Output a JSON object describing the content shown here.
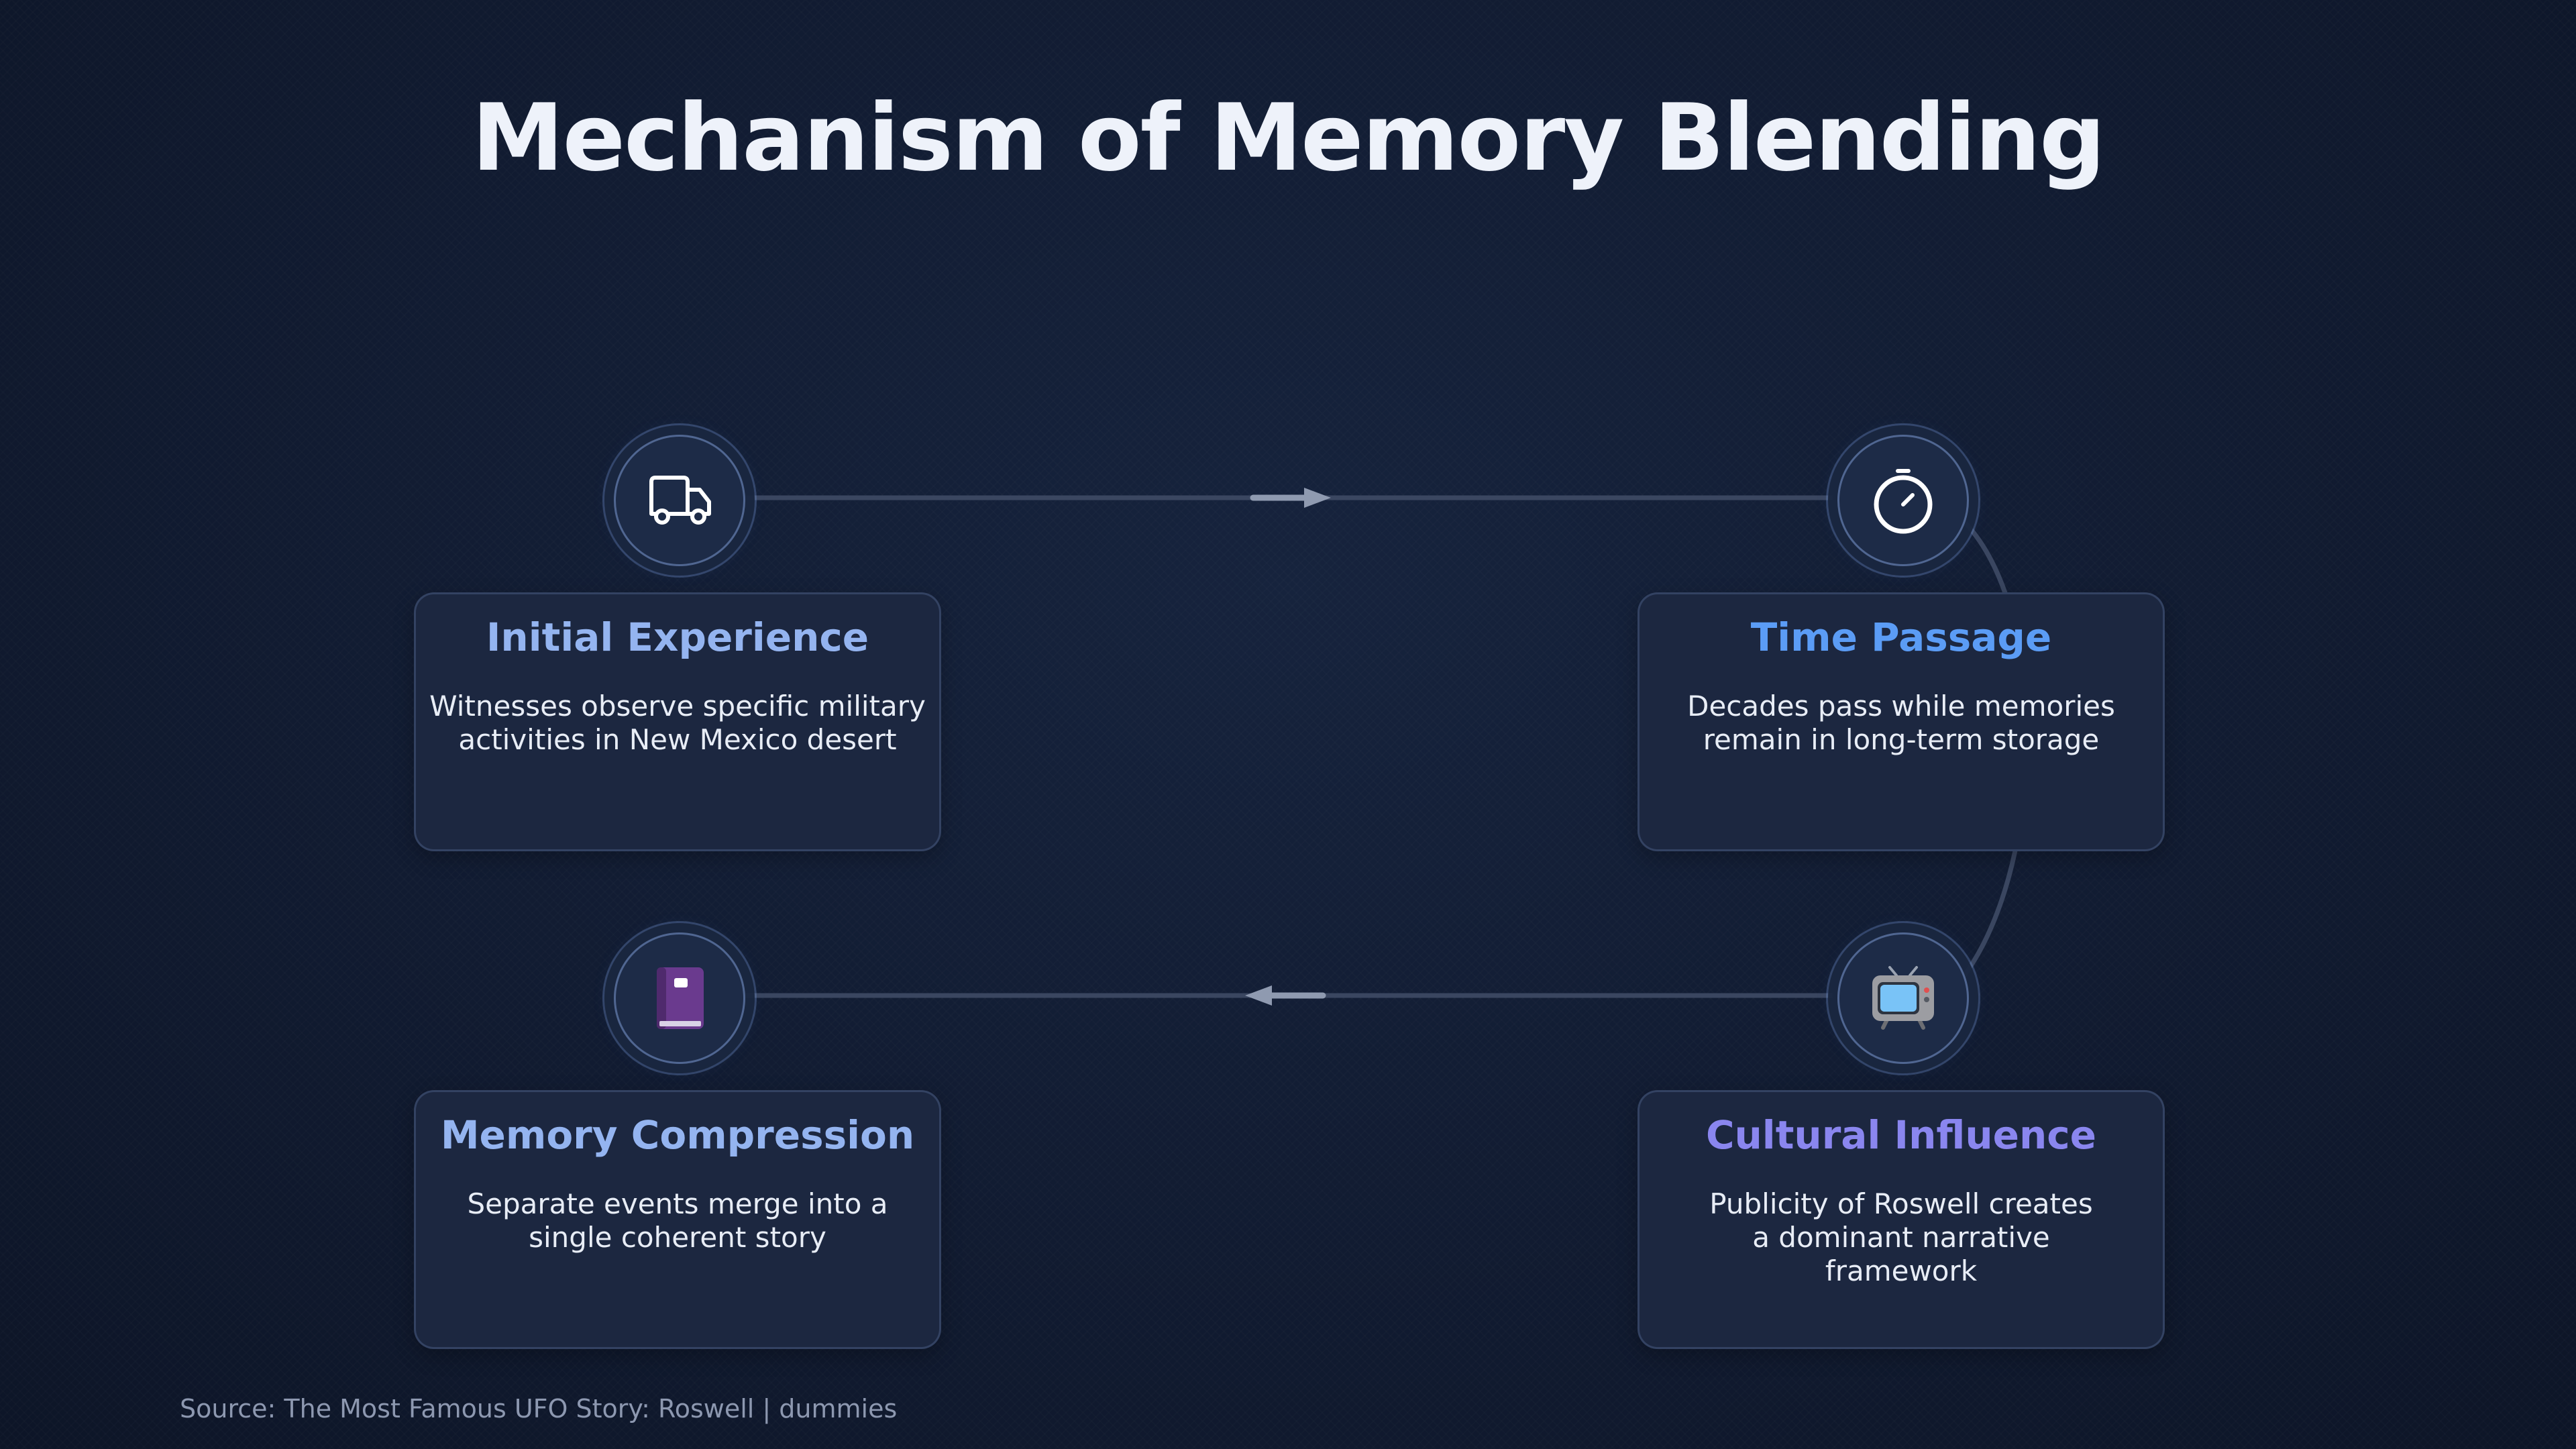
{
  "title": "Mechanism of Memory Blending",
  "source": "Source: The Most Famous UFO Story: Roswell | dummies",
  "colors": {
    "background": "#111b31",
    "card": "#1c2740",
    "connector": "#3a4660",
    "arrow": "#8f9ab0",
    "accent_light_blue": "#94b4f0",
    "accent_blue": "#5b9cf5",
    "accent_purple": "#8a86ef"
  },
  "steps": [
    {
      "title": "Initial Experience",
      "description": "Witnesses observe specific military activities in New Mexico desert",
      "icon": "truck-icon",
      "color": "#94b4f0"
    },
    {
      "title": "Time Passage",
      "description": "Decades pass while memories remain in long-term storage",
      "icon": "stopwatch-icon",
      "color": "#5b9cf5"
    },
    {
      "title": "Cultural Influence",
      "description": "Publicity of Roswell creates a dominant narrative framework",
      "icon": "television-icon",
      "color": "#8a86ef"
    },
    {
      "title": "Memory Compression",
      "description": "Separate events merge into a single coherent story",
      "icon": "book-icon",
      "color": "#94b4f0"
    }
  ]
}
